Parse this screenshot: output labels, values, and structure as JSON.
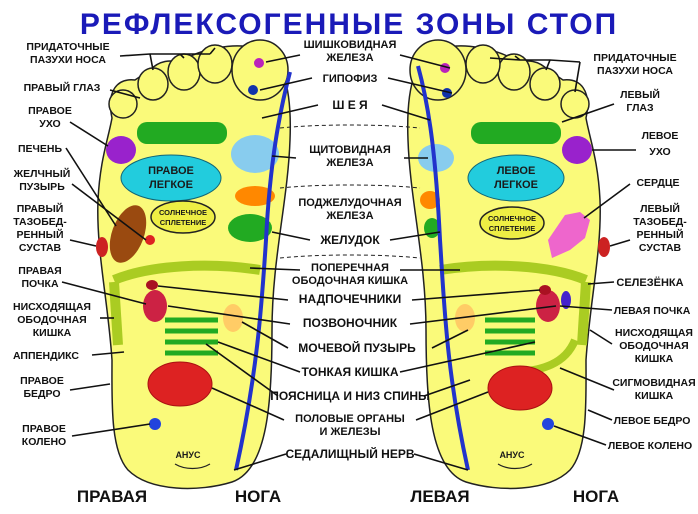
{
  "title": "РЕФЛЕКСОГЕННЫЕ ЗОНЫ СТОП",
  "footer": {
    "right_foot": "ПРАВАЯ",
    "right_leg": "НОГА",
    "left_foot": "ЛЕВАЯ",
    "left_leg": "НОГА"
  },
  "left_labels": {
    "sinuses_1": "ПРИДАТОЧНЫЕ",
    "sinuses_2": "ПАЗУХИ НОСА",
    "right_eye": "ПРАВЫЙ ГЛАЗ",
    "right_ear_1": "ПРАВОЕ",
    "right_ear_2": "УХО",
    "liver": "ПЕЧЕНЬ",
    "gall_1": "ЖЕЛЧНЫЙ",
    "gall_2": "ПУЗЫРЬ",
    "hip_1": "ПРАВЫЙ",
    "hip_2": "ТАЗОБЕД-",
    "hip_3": "РЕННЫЙ",
    "hip_4": "СУСТАВ",
    "kidney_1": "ПРАВАЯ",
    "kidney_2": "ПОЧКА",
    "colon_1": "НИСХОДЯЩАЯ",
    "colon_2": "ОБОДОЧНАЯ",
    "colon_3": "КИШКА",
    "appendix": "АППЕНДИКС",
    "thigh_1": "ПРАВОЕ",
    "thigh_2": "БЕДРО",
    "knee_1": "ПРАВОЕ",
    "knee_2": "КОЛЕНО"
  },
  "center_labels": {
    "pineal_1": "ШИШКОВИДНАЯ",
    "pineal_2": "ЖЕЛЕЗА",
    "pituitary": "ГИПОФИЗ",
    "neck": "Ш Е Я",
    "thyroid_1": "ЩИТОВИДНАЯ",
    "thyroid_2": "ЖЕЛЕЗА",
    "pancreas_1": "ПОДЖЕЛУДОЧНАЯ",
    "pancreas_2": "ЖЕЛЕЗА",
    "stomach": "ЖЕЛУДОК",
    "transverse_1": "ПОПЕРЕЧНАЯ",
    "transverse_2": "ОБОДОЧНАЯ КИШКА",
    "adrenal": "НАДПОЧЕЧНИКИ",
    "spine": "ПОЗВОНОЧНИК",
    "bladder": "МОЧЕВОЙ ПУЗЫРЬ",
    "small_int": "ТОНКАЯ КИШКА",
    "lumbar": "ПОЯСНИЦА И НИЗ СПИНЫ",
    "genital_1": "ПОЛОВЫЕ ОРГАНЫ",
    "genital_2": "И ЖЕЛЕЗЫ",
    "sciatic": "СЕДАЛИЩНЫЙ НЕРВ"
  },
  "right_labels": {
    "sinuses_1": "ПРИДАТОЧНЫЕ",
    "sinuses_2": "ПАЗУХИ НОСА",
    "left_eye_1": "ЛЕВЫЙ",
    "left_eye_2": "ГЛАЗ",
    "left_ear_1": "ЛЕВОЕ",
    "left_ear_2": "УХО",
    "heart": "СЕРДЦЕ",
    "hip_1": "ЛЕВЫЙ",
    "hip_2": "ТАЗОБЕД-",
    "hip_3": "РЕННЫЙ",
    "hip_4": "СУСТАВ",
    "spleen": "СЕЛЕЗЁНКА",
    "kidney": "ЛЕВАЯ ПОЧКА",
    "colon_1": "НИСХОДЯЩАЯ",
    "colon_2": "ОБОДОЧНАЯ",
    "colon_3": "КИШКА",
    "sigmoid_1": "СИГМОВИДНАЯ",
    "sigmoid_2": "КИШКА",
    "thigh": "ЛЕВОЕ БЕДРО",
    "knee": "ЛЕВОЕ КОЛЕНО"
  },
  "in_foot": {
    "r_lung_1": "ПРАВОЕ",
    "r_lung_2": "ЛЕГКОЕ",
    "l_lung_1": "ЛЕВОЕ",
    "l_lung_2": "ЛЕГКОЕ",
    "solar_1": "СОЛНЕЧНОЕ",
    "solar_2": "СПЛЕТЕНИЕ",
    "anus": "АНУС"
  },
  "colors": {
    "title": "#1a1ab8",
    "foot": "#fafa7a",
    "spine": "#2233cc",
    "lung": "#22ccdd",
    "green": "#22aa22",
    "purple": "#9922cc",
    "brown": "#9a4a10",
    "red": "#dd2222"
  }
}
